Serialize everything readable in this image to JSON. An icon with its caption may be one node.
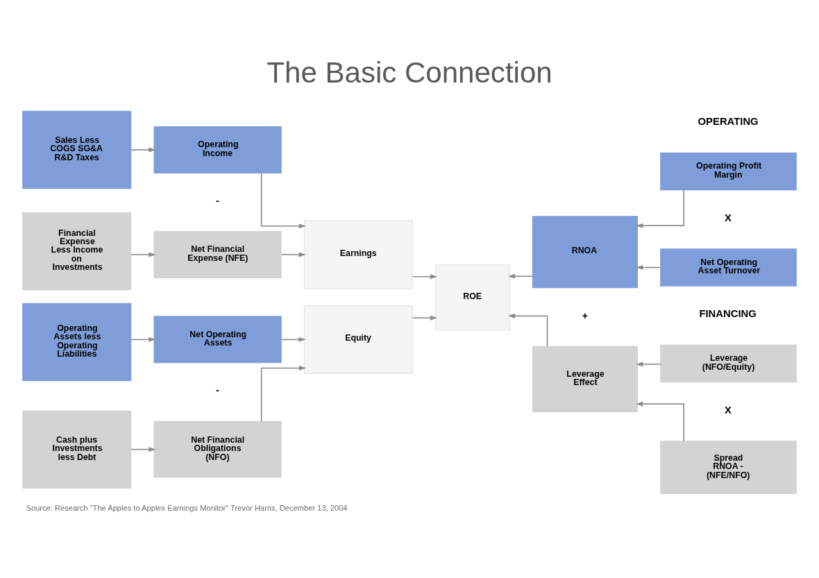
{
  "diagram": {
    "title": "The Basic Connection",
    "caption": "Source: Research \"The Apples to Apples Earnings Monitor\" Trevor Harris, December 13, 2004",
    "nodes": [
      {
        "text": [
          "Sales Less COGS SG&A R&D Taxes"
        ]
      },
      {
        "text": [
          "Financial Expense Less Income on Investments"
        ]
      },
      {
        "text": [
          "Operating Assets less Operating Liabilities"
        ]
      },
      {
        "text": [
          "Cash plus Investments less Debt"
        ]
      },
      {
        "text": [
          "Operating Income"
        ]
      },
      {
        "text": [
          "Net Financial Expense (NFE)"
        ]
      },
      {
        "text": [
          "Net Operating Assets"
        ]
      },
      {
        "text": [
          "Net Financial Obligations (NFO)"
        ]
      },
      {
        "text": [
          "Earnings"
        ]
      },
      {
        "text": [
          "Equity"
        ]
      },
      {
        "text": [
          "ROE"
        ]
      },
      {
        "text": [
          "RNOA"
        ]
      },
      {
        "text": [
          "Leverage Effect"
        ]
      },
      {
        "text": [
          "Operating Profit Margin"
        ]
      },
      {
        "text": [
          "Net Operating Asset Turnover"
        ]
      },
      {
        "text": [
          "Leverage (NFO/Equity)"
        ]
      },
      {
        "text": [
          "Spread RNOA - (NFE/NFO)"
        ]
      }
    ],
    "edges": [
      {
        "from": 0,
        "to": 4,
        "arrow": "to"
      },
      {
        "from": 1,
        "to": 5,
        "arrow": "to"
      },
      {
        "from": 2,
        "to": 6,
        "arrow": "to"
      },
      {
        "from": 3,
        "to": 7,
        "arrow": "to"
      },
      {
        "from": 4,
        "to": 8,
        "arrow": "to"
      },
      {
        "from": 5,
        "to": 8,
        "arrow": "to"
      },
      {
        "from": 6,
        "to": 9,
        "arrow": "to"
      },
      {
        "from": 7,
        "to": 9,
        "arrow": "to"
      },
      {
        "from": 8,
        "to": 10,
        "arrow": "to"
      },
      {
        "from": 9,
        "to": 10,
        "arrow": "to"
      },
      {
        "from": 11,
        "to": 10,
        "arrow": "to"
      },
      {
        "from": 12,
        "to": 10,
        "arrow": "to"
      },
      {
        "from": 13,
        "to": 11,
        "arrow": "to"
      },
      {
        "from": 14,
        "to": 11,
        "arrow": "to"
      },
      {
        "from": 15,
        "to": 12,
        "arrow": "to"
      },
      {
        "from": 16,
        "to": 12,
        "arrow": "to"
      }
    ],
    "labels": [
      "OPERATING",
      "-",
      "X",
      "+",
      "FINANCING",
      "-",
      "X"
    ]
  }
}
